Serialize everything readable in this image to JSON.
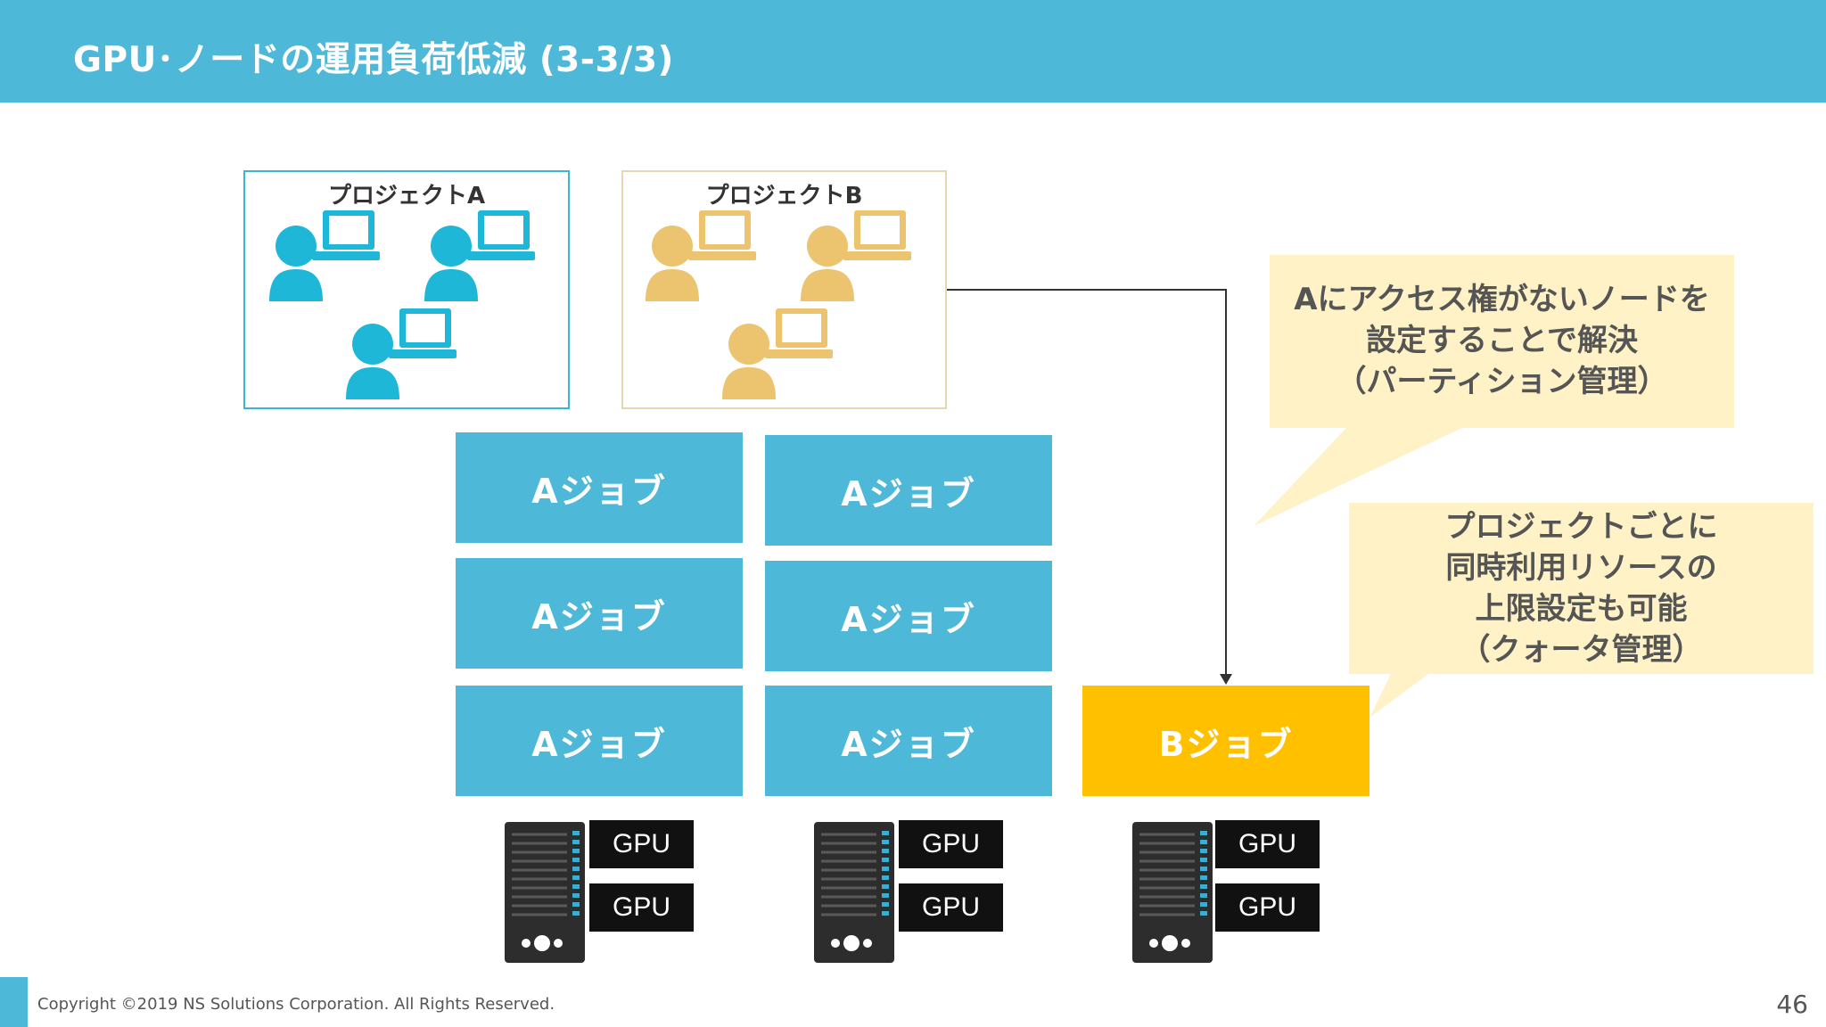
{
  "header": {
    "title": "GPU･ノードの運用負荷低減 (3-3/3)"
  },
  "projects": [
    {
      "label": "プロジェクトA",
      "color": "#1fb7d8"
    },
    {
      "label": "プロジェクトB",
      "color": "#ecc36f"
    }
  ],
  "jobs": {
    "a_label": "Aジョブ",
    "b_label": "Bジョブ",
    "a_color": "#4db8d8",
    "b_color": "#ffc000"
  },
  "servers": {
    "gpu_label": "GPU"
  },
  "callouts": [
    {
      "lines": [
        "Aにアクセス権がないノードを",
        "設定することで解決",
        "（パーティション管理）"
      ]
    },
    {
      "lines": [
        "プロジェクトごとに",
        "同時利用リソースの",
        "上限設定も可能",
        "（クォータ管理）"
      ]
    }
  ],
  "callout_color": "#fff2c6",
  "footer": {
    "copyright": "Copyright ©2019 NS Solutions Corporation. All Rights Reserved.",
    "page_number": "46"
  }
}
